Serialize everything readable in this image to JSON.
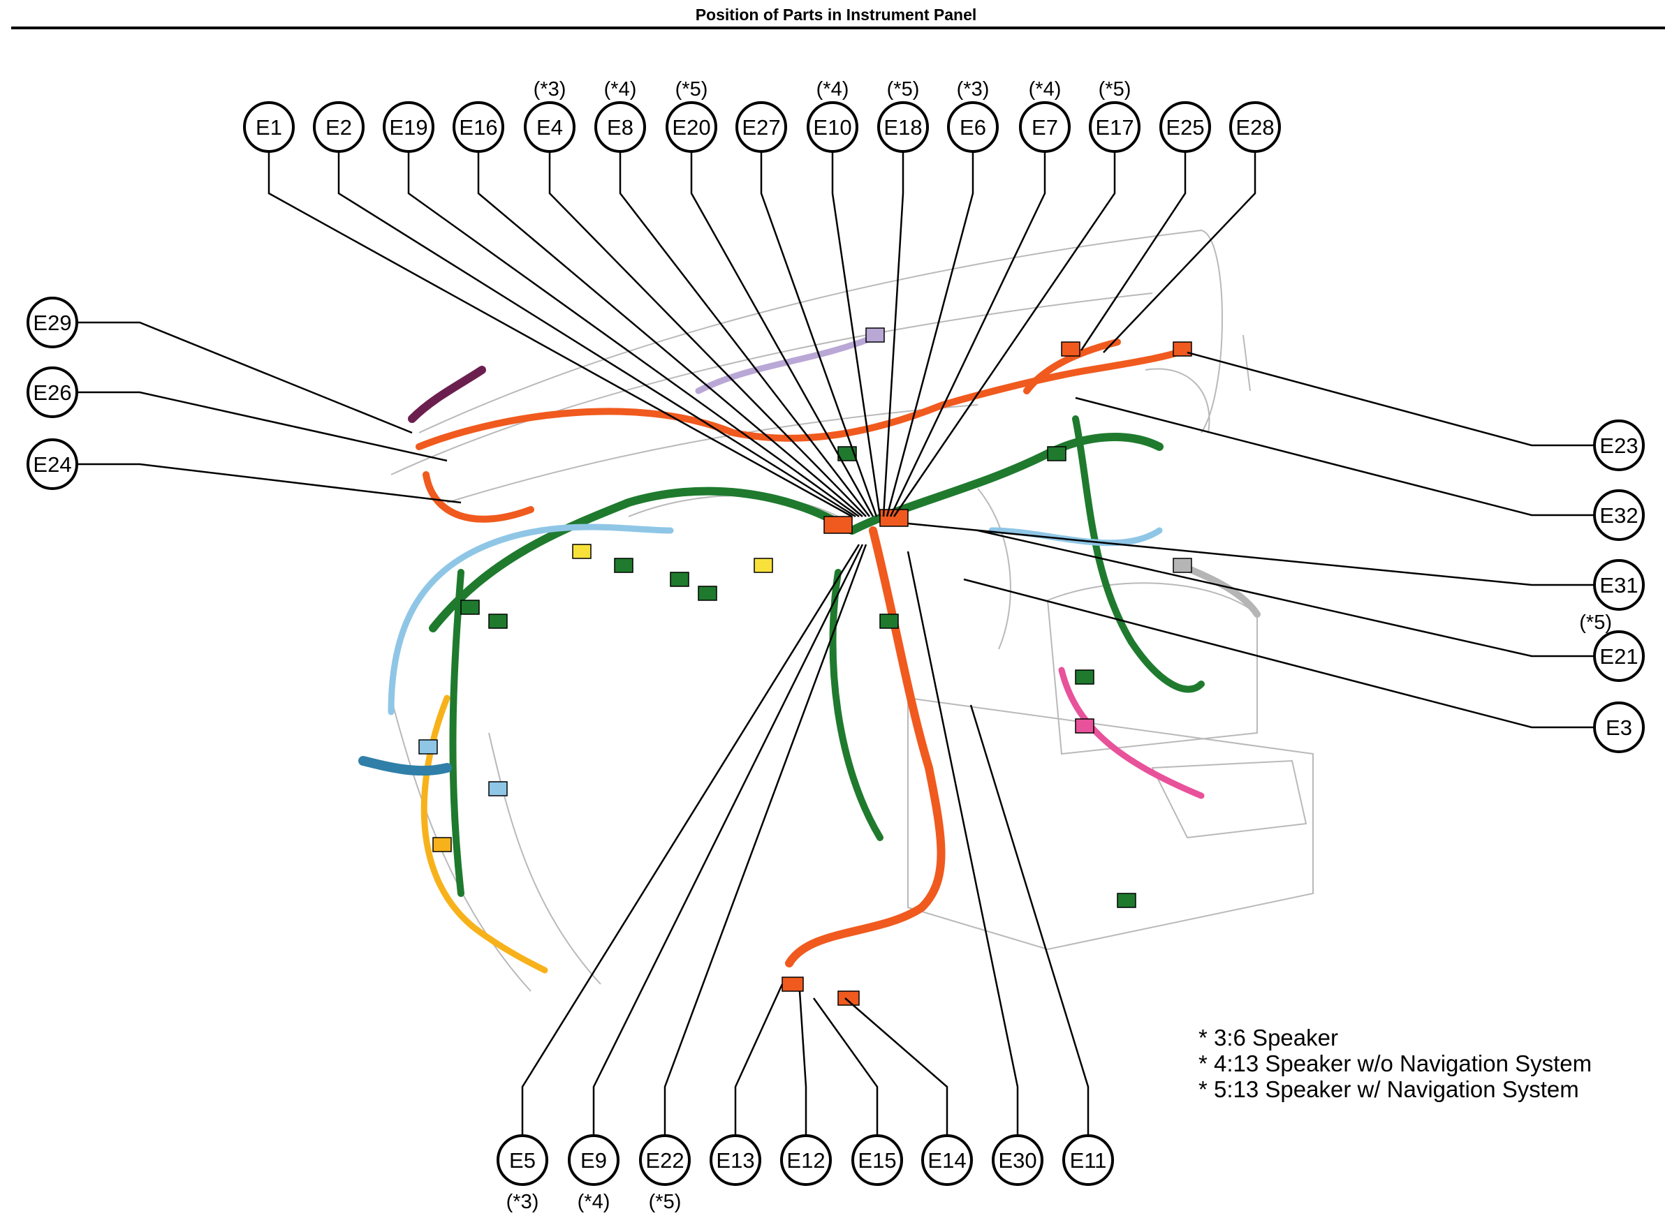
{
  "title": "Position of Parts in Instrument Panel",
  "colors": {
    "green": "#1f7a2e",
    "orange": "#f05a1e",
    "light_blue": "#8fc6e6",
    "yellow": "#f9e13c",
    "amber": "#f7b21b",
    "pink": "#e8529a",
    "lavender": "#b9a7d6",
    "purple": "#6b1f4f",
    "steel_blue": "#2f7fa8",
    "gray": "#b5b5b5"
  },
  "callouts": [
    {
      "id": "E1",
      "label": "E1",
      "note": ""
    },
    {
      "id": "E2",
      "label": "E2",
      "note": ""
    },
    {
      "id": "E19",
      "label": "E19",
      "note": ""
    },
    {
      "id": "E16",
      "label": "E16",
      "note": ""
    },
    {
      "id": "E4",
      "label": "E4",
      "note": "(*3)"
    },
    {
      "id": "E8",
      "label": "E8",
      "note": "(*4)"
    },
    {
      "id": "E20",
      "label": "E20",
      "note": "(*5)"
    },
    {
      "id": "E27",
      "label": "E27",
      "note": ""
    },
    {
      "id": "E10",
      "label": "E10",
      "note": "(*4)"
    },
    {
      "id": "E18",
      "label": "E18",
      "note": "(*5)"
    },
    {
      "id": "E6",
      "label": "E6",
      "note": "(*3)"
    },
    {
      "id": "E7",
      "label": "E7",
      "note": "(*4)"
    },
    {
      "id": "E17",
      "label": "E17",
      "note": "(*5)"
    },
    {
      "id": "E25",
      "label": "E25",
      "note": ""
    },
    {
      "id": "E28",
      "label": "E28",
      "note": ""
    },
    {
      "id": "E29",
      "label": "E29",
      "note": ""
    },
    {
      "id": "E26",
      "label": "E26",
      "note": ""
    },
    {
      "id": "E24",
      "label": "E24",
      "note": ""
    },
    {
      "id": "E23",
      "label": "E23",
      "note": ""
    },
    {
      "id": "E32",
      "label": "E32",
      "note": ""
    },
    {
      "id": "E31",
      "label": "E31",
      "note": ""
    },
    {
      "id": "E21",
      "label": "E21",
      "note": "(*5)"
    },
    {
      "id": "E3",
      "label": "E3",
      "note": ""
    },
    {
      "id": "E5",
      "label": "E5",
      "note": "(*3)"
    },
    {
      "id": "E9",
      "label": "E9",
      "note": "(*4)"
    },
    {
      "id": "E22",
      "label": "E22",
      "note": "(*5)"
    },
    {
      "id": "E13",
      "label": "E13",
      "note": ""
    },
    {
      "id": "E12",
      "label": "E12",
      "note": ""
    },
    {
      "id": "E15",
      "label": "E15",
      "note": ""
    },
    {
      "id": "E14",
      "label": "E14",
      "note": ""
    },
    {
      "id": "E30",
      "label": "E30",
      "note": ""
    },
    {
      "id": "E11",
      "label": "E11",
      "note": ""
    }
  ],
  "legend": [
    "* 3:6 Speaker",
    "* 4:13 Speaker w/o Navigation System",
    "* 5:13 Speaker w/ Navigation System"
  ]
}
